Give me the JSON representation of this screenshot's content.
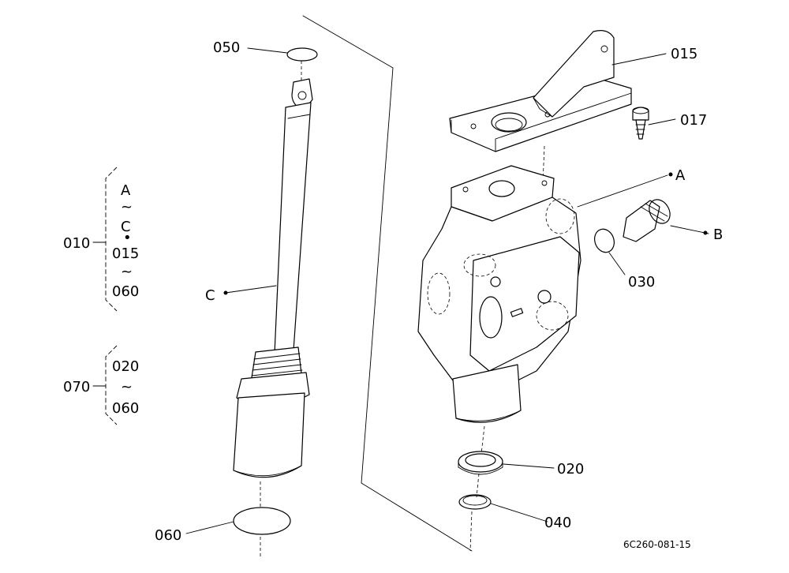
{
  "labels": {
    "p050": "050",
    "p015": "015",
    "p017": "017",
    "pA": "A",
    "pB": "B",
    "p030": "030",
    "pC": "C",
    "p020": "020",
    "p040": "040",
    "p060": "060"
  },
  "group_010": {
    "number": "010",
    "items": [
      "A",
      "~",
      "C",
      "•",
      "015",
      "~",
      "060"
    ]
  },
  "group_070": {
    "number": "070",
    "items": [
      "020",
      "~",
      "060"
    ]
  },
  "figure_code": "6C260-081-15"
}
